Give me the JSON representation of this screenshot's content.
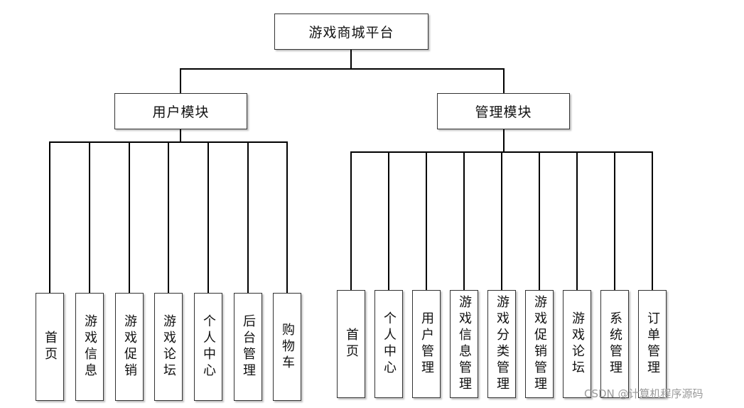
{
  "root": {
    "label": "游戏商城平台"
  },
  "user_module": {
    "label": "用户模块",
    "children": [
      "首页",
      "游戏信息",
      "游戏促销",
      "游戏论坛",
      "个人中心",
      "后台管理",
      "购物车"
    ]
  },
  "admin_module": {
    "label": "管理模块",
    "children": [
      "首页",
      "个人中心",
      "用户管理",
      "游戏信息管理",
      "游戏分类管理",
      "游戏促销管理",
      "游戏论坛",
      "系统管理",
      "订单管理"
    ]
  },
  "watermark": "CSDN @计算机程序源码"
}
